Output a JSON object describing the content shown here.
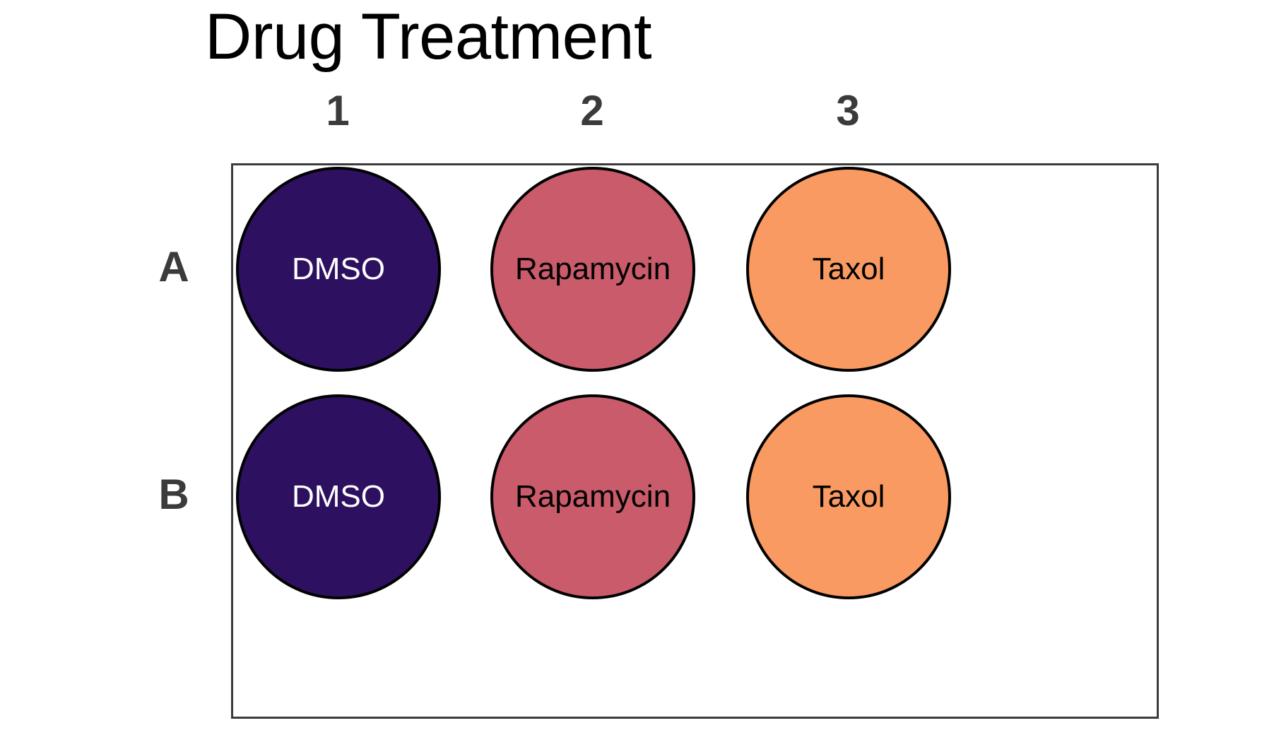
{
  "figure": {
    "title": "Drug Treatment",
    "background_color": "#ffffff",
    "panel_border_color": "#3b3b3b",
    "header_text_color": "#3b3b3b",
    "title_text_color": "#000000",
    "well_outline_color": "#000000"
  },
  "plate": {
    "column_headers": [
      "1",
      "2",
      "3"
    ],
    "row_headers": [
      "A",
      "B"
    ],
    "wells": [
      {
        "id": "A1",
        "row": "A",
        "column": "1",
        "label": "DMSO",
        "fill_color": "#2d1160",
        "text_color": "#ffffff"
      },
      {
        "id": "A2",
        "row": "A",
        "column": "2",
        "label": "Rapamycin",
        "fill_color": "#c95b6b",
        "text_color": "#000000"
      },
      {
        "id": "A3",
        "row": "A",
        "column": "3",
        "label": "Taxol",
        "fill_color": "#f99a62",
        "text_color": "#000000"
      },
      {
        "id": "B1",
        "row": "B",
        "column": "1",
        "label": "DMSO",
        "fill_color": "#2d1160",
        "text_color": "#ffffff"
      },
      {
        "id": "B2",
        "row": "B",
        "column": "2",
        "label": "Rapamycin",
        "fill_color": "#c95b6b",
        "text_color": "#000000"
      },
      {
        "id": "B3",
        "row": "B",
        "column": "3",
        "label": "Taxol",
        "fill_color": "#f99a62",
        "text_color": "#000000"
      }
    ]
  },
  "chart_data": {
    "type": "heatmap",
    "title": "Drug Treatment",
    "xlabel": "",
    "ylabel": "",
    "grid": false,
    "legend_position": "none",
    "x": [
      "1",
      "2",
      "3"
    ],
    "y": [
      "A",
      "B"
    ],
    "categories": [
      "DMSO",
      "Rapamycin",
      "Taxol"
    ],
    "category_colors": [
      "#2d1160",
      "#c95b6b",
      "#f99a62"
    ],
    "cells": [
      {
        "row": "A",
        "column": "1",
        "value": "DMSO",
        "color": "#2d1160"
      },
      {
        "row": "A",
        "column": "2",
        "value": "Rapamycin",
        "color": "#c95b6b"
      },
      {
        "row": "A",
        "column": "3",
        "value": "Taxol",
        "color": "#f99a62"
      },
      {
        "row": "B",
        "column": "1",
        "value": "DMSO",
        "color": "#2d1160"
      },
      {
        "row": "B",
        "column": "2",
        "value": "Rapamycin",
        "color": "#c95b6b"
      },
      {
        "row": "B",
        "column": "3",
        "value": "Taxol",
        "color": "#f99a62"
      }
    ]
  }
}
